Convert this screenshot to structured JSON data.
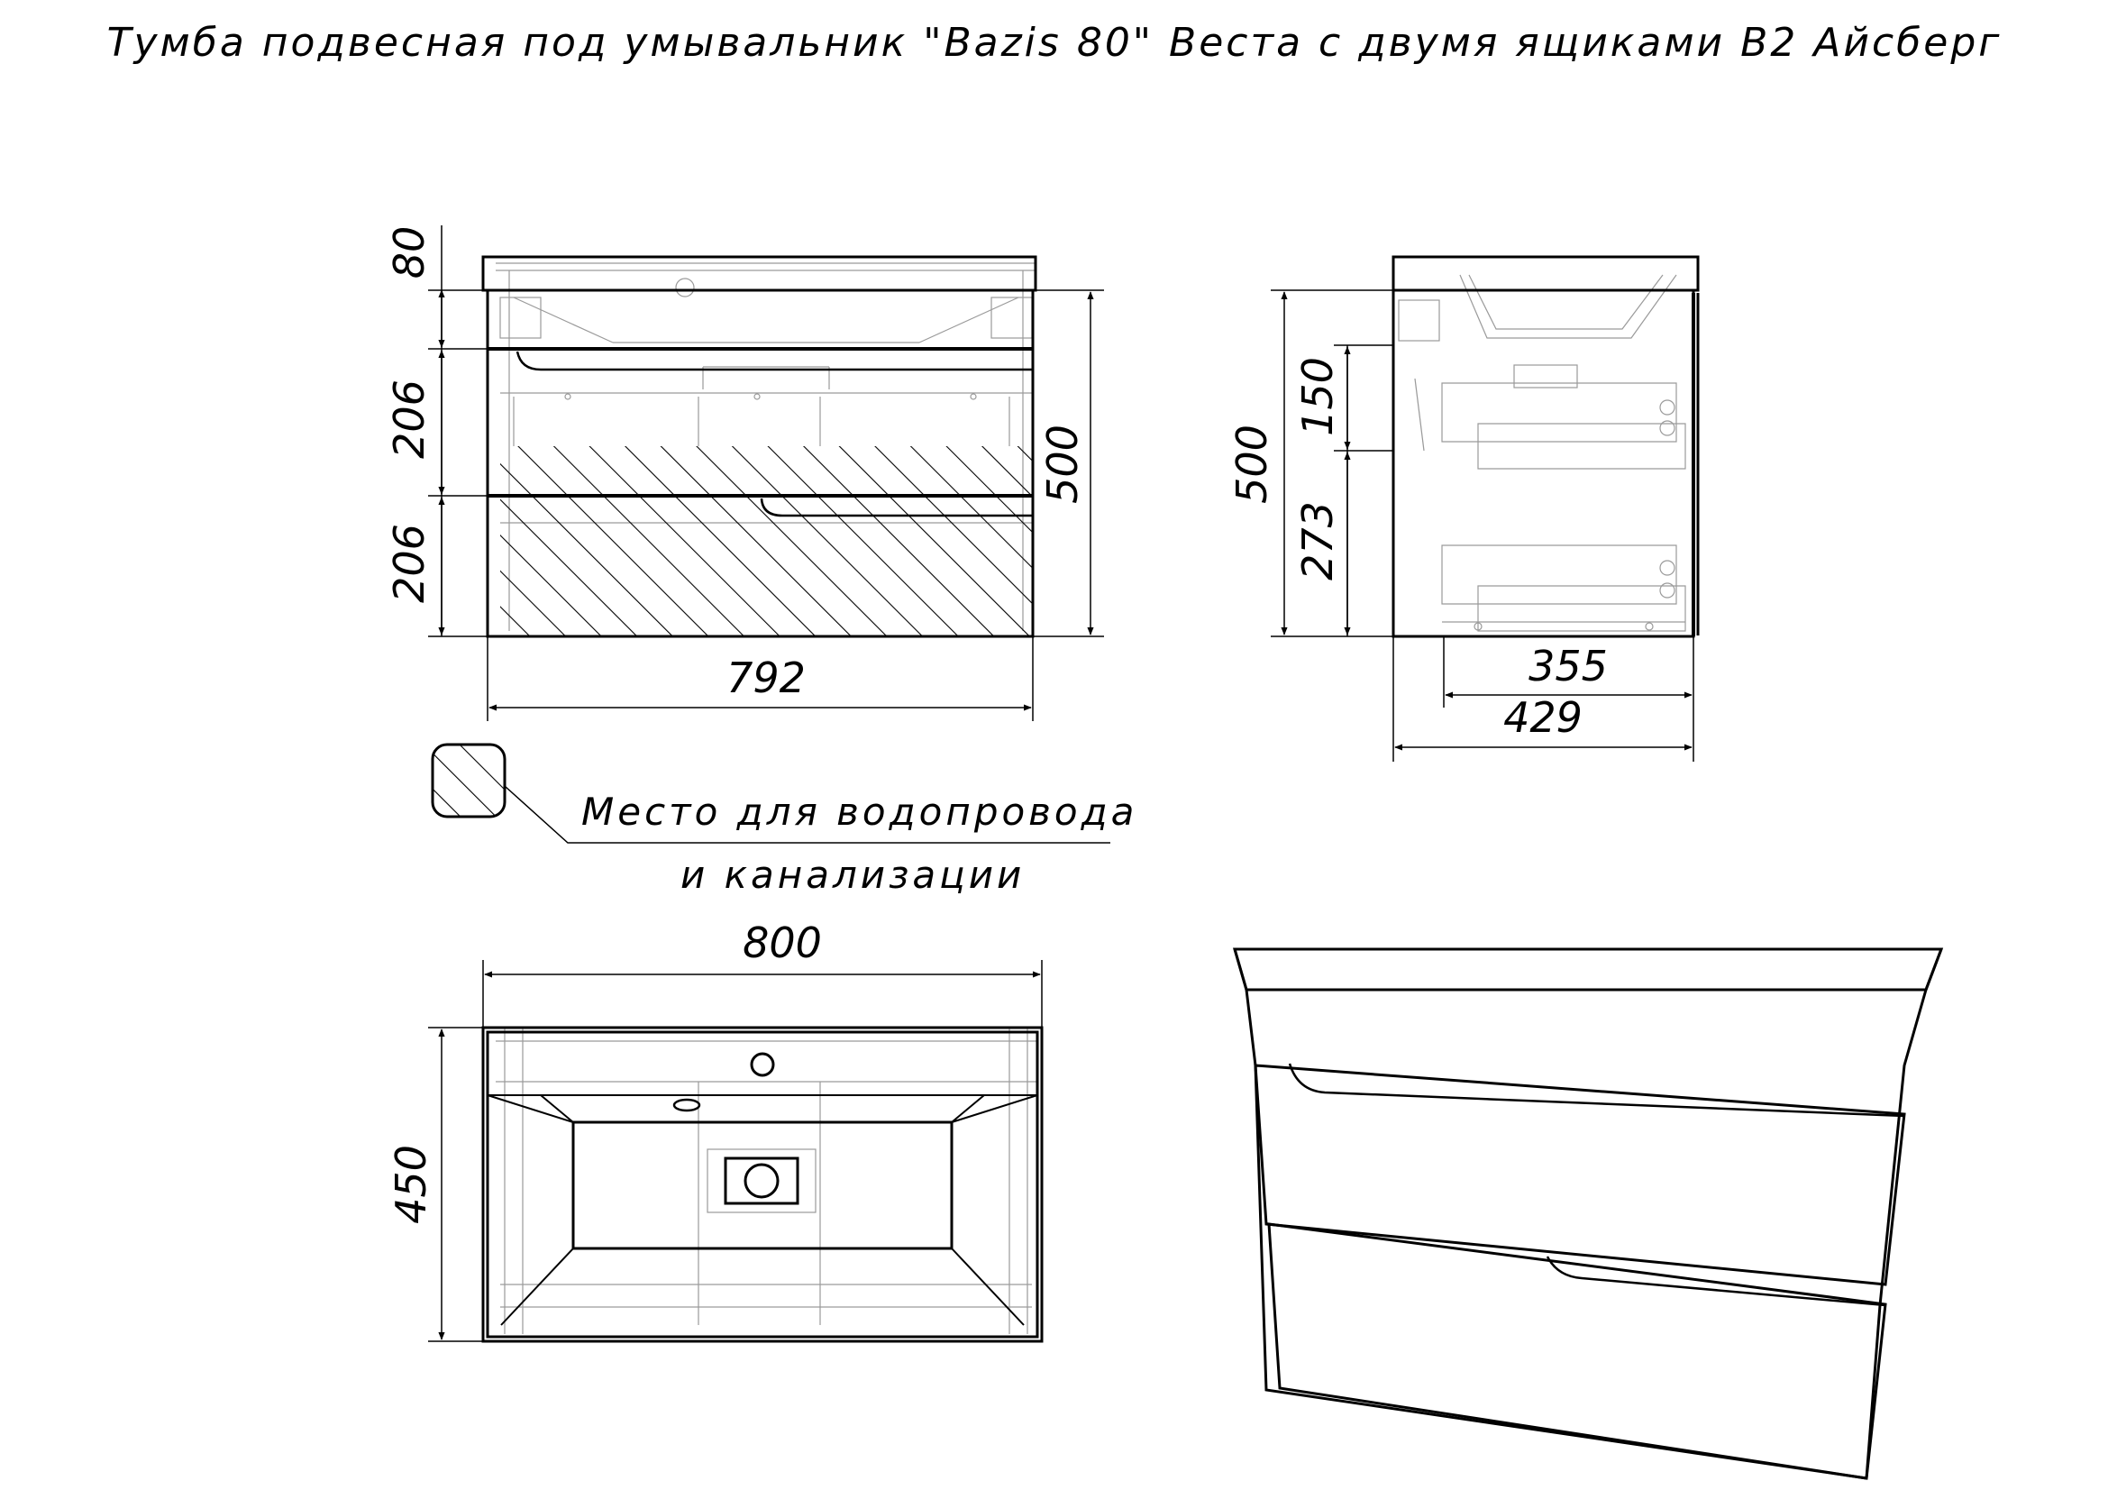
{
  "title": "Тумба подвесная под умывальник \"Bazis 80\" Веста с двумя ящиками В2 Айсберг",
  "front_view": {
    "dim_basin": "80",
    "dim_drawer_top": "206",
    "dim_drawer_bottom": "206",
    "dim_height": "500",
    "dim_width": "792"
  },
  "side_view": {
    "dim_height": "500",
    "dim_upper": "150",
    "dim_lower": "273",
    "dim_depth_inner": "355",
    "dim_depth": "429"
  },
  "top_view": {
    "dim_width": "800",
    "dim_depth": "450"
  },
  "legend": {
    "line1": "Место для водопровода",
    "line2": "и канализации"
  }
}
